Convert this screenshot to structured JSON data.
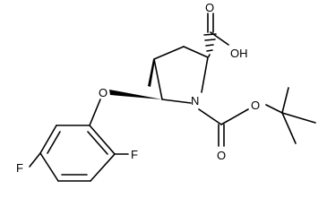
{
  "molecule": {
    "atoms": {
      "acid_oh": "OH",
      "acid_o": "O",
      "ring_n": "N",
      "ether_o": "O",
      "carbamate_o_single": "O",
      "carbamate_o_double": "O",
      "fluoro_ortho": "F",
      "fluoro_meta": "F"
    },
    "colors": {
      "ink": "#000000",
      "background": "#ffffff"
    }
  }
}
